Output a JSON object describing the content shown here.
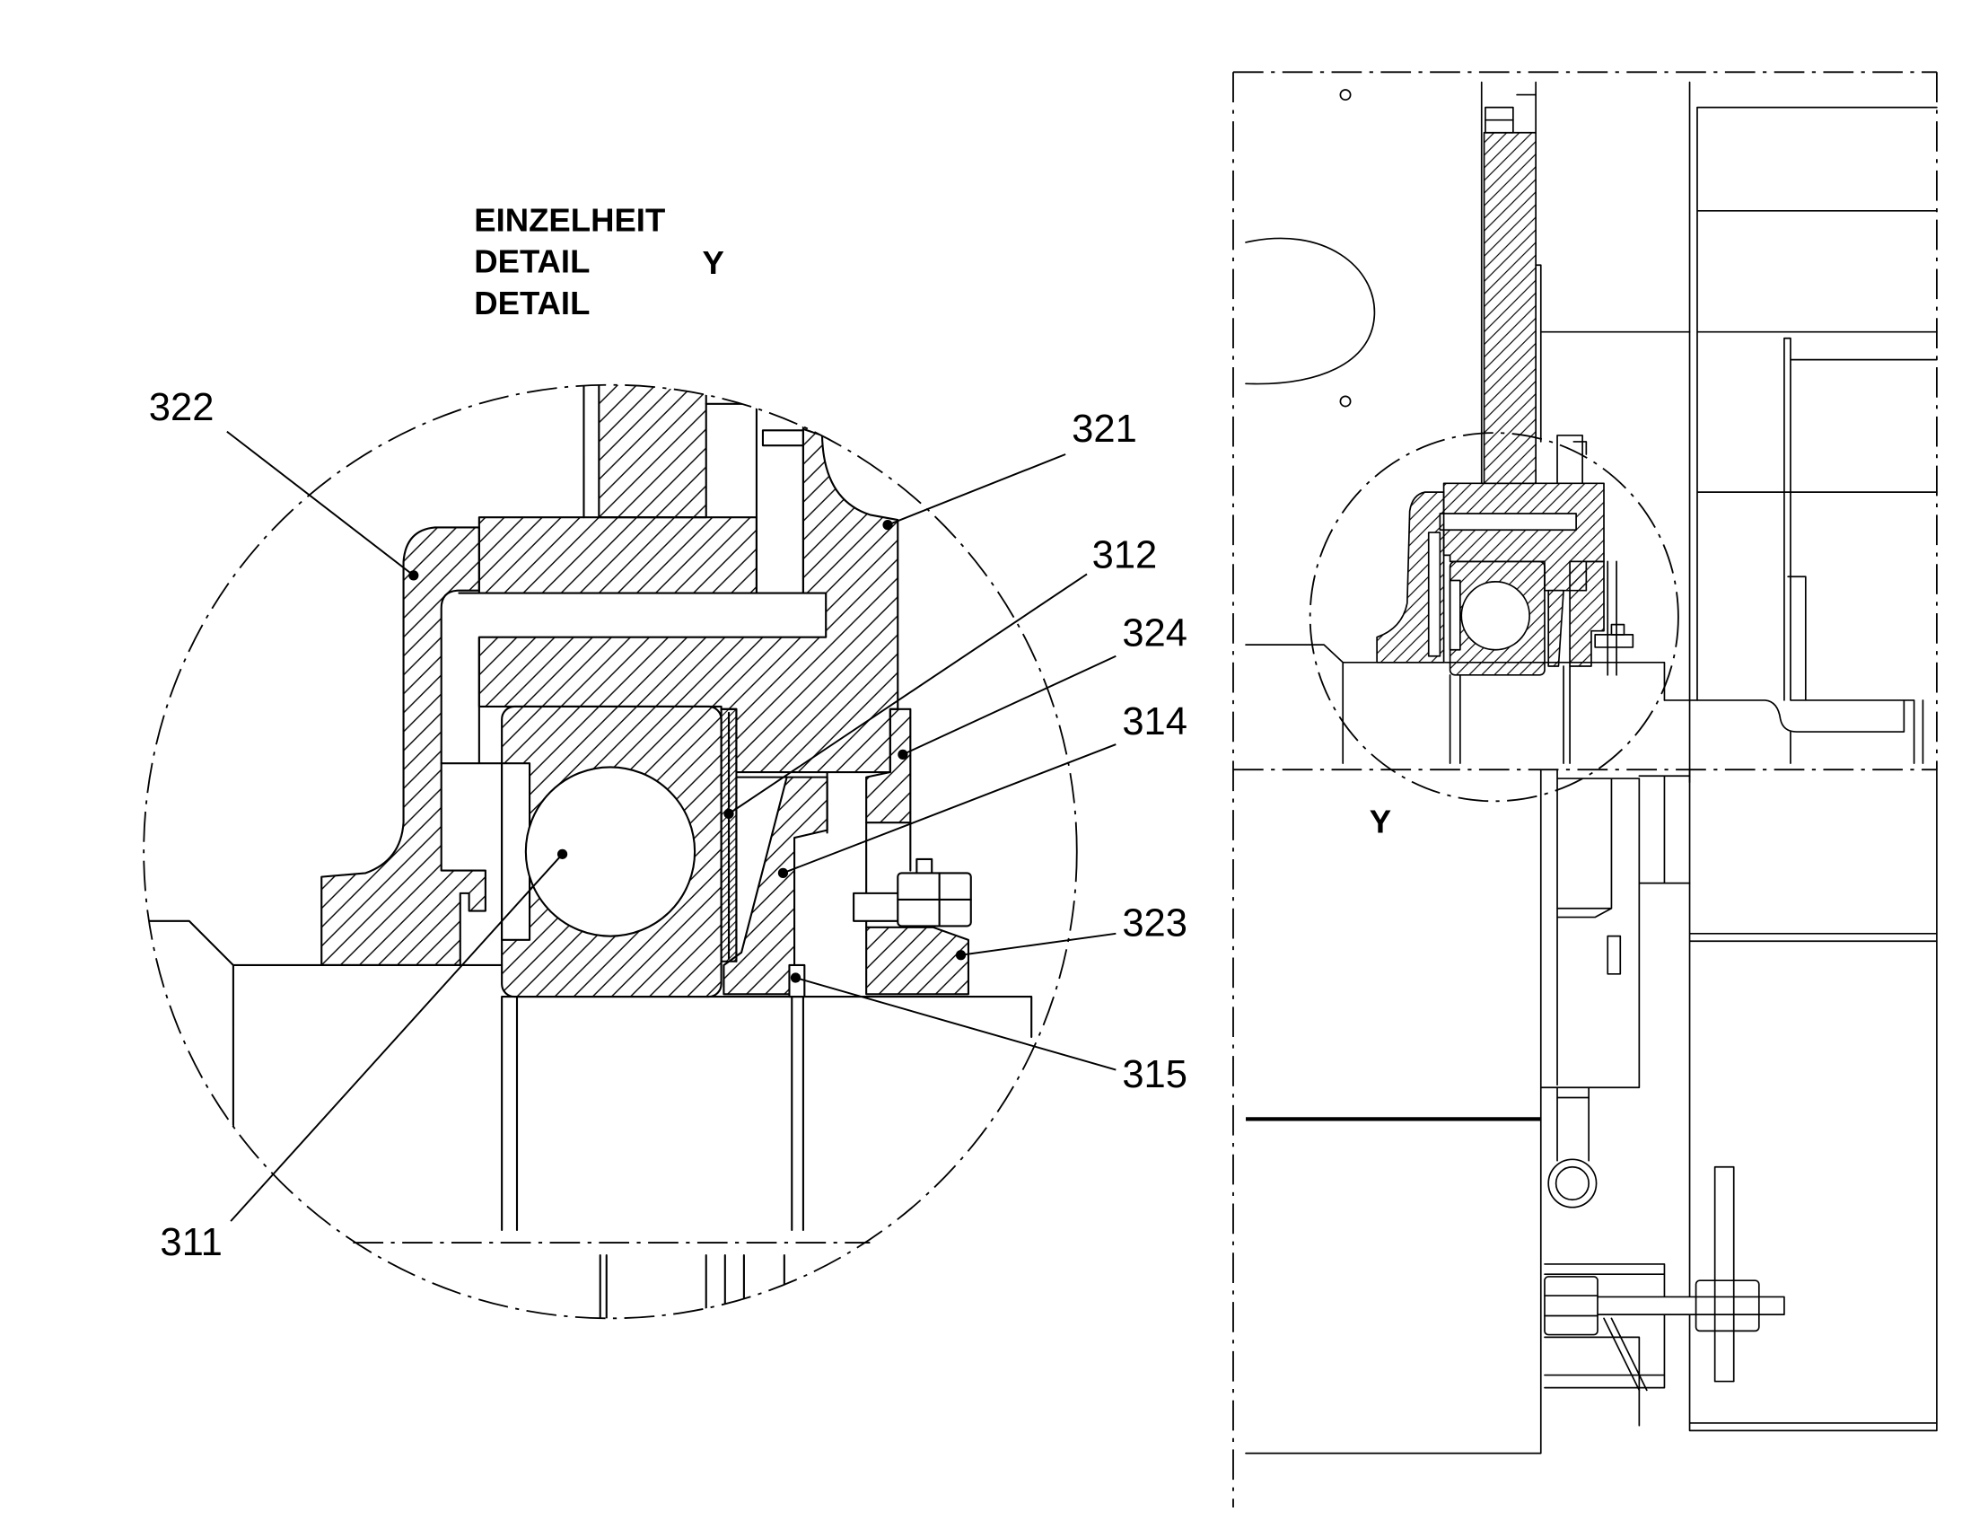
{
  "detail_heading": {
    "line_1": "EINZELHEIT",
    "line_2": "DETAIL",
    "line_3": "DETAIL",
    "view_letter": "Y"
  },
  "callouts": [
    {
      "text": "322"
    },
    {
      "text": "321"
    },
    {
      "text": "312"
    },
    {
      "text": "324"
    },
    {
      "text": "314"
    },
    {
      "text": "323"
    },
    {
      "text": "315"
    },
    {
      "text": "311"
    }
  ],
  "overview": {
    "detail_marker": "Y"
  },
  "colors": {
    "ink": "#000000",
    "paper": "#ffffff"
  }
}
